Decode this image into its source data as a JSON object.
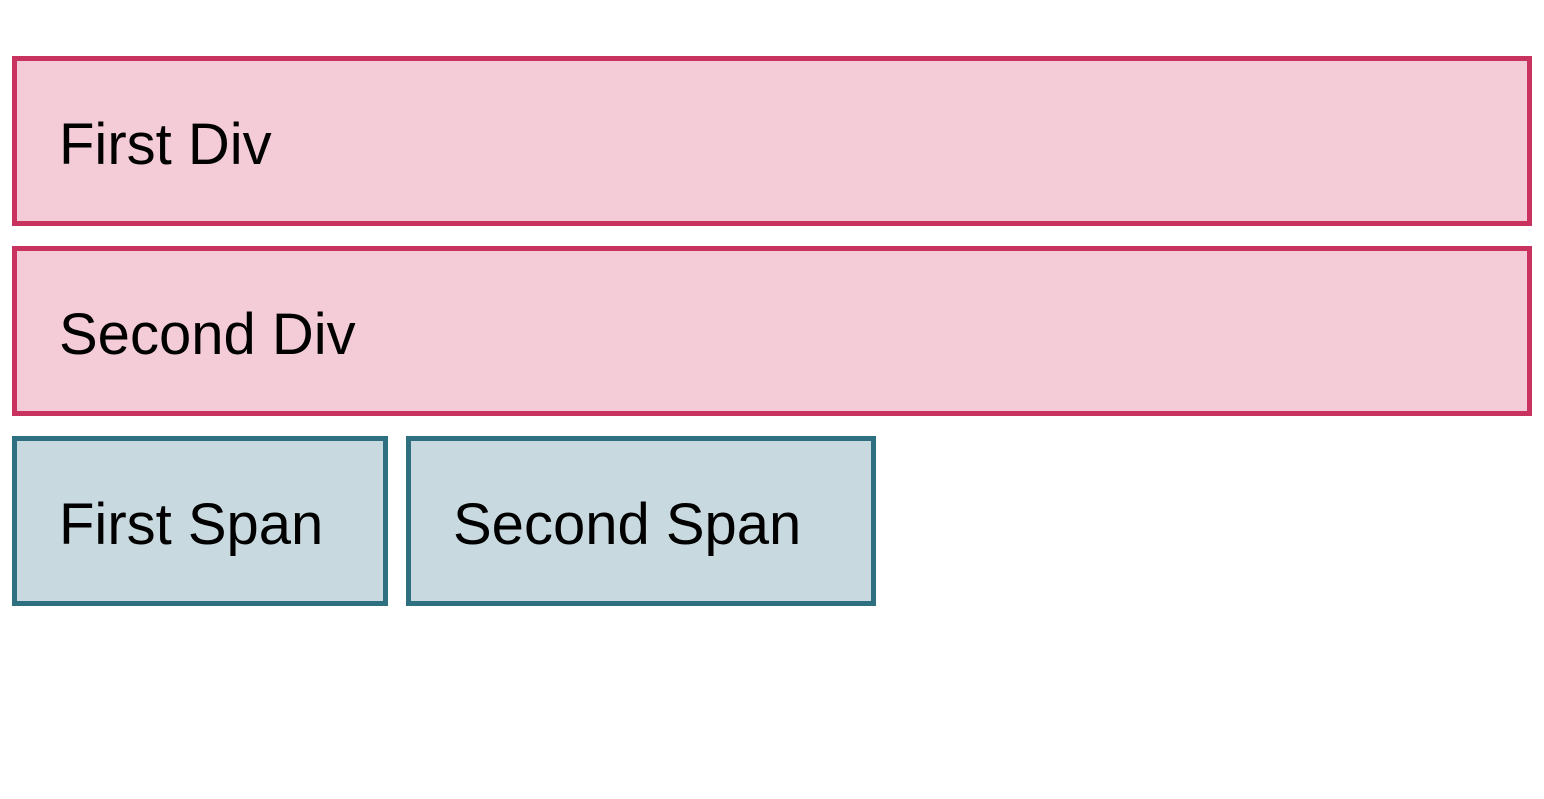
{
  "blocks": {
    "first_div": "First Div",
    "second_div": "Second Div"
  },
  "inline_items": {
    "first_span": "First Span",
    "second_span": "Second Span"
  },
  "colors": {
    "div_background": "#f3ccd7",
    "div_border": "#c7325f",
    "span_background": "#c8dadf",
    "span_border": "#2f7080"
  }
}
